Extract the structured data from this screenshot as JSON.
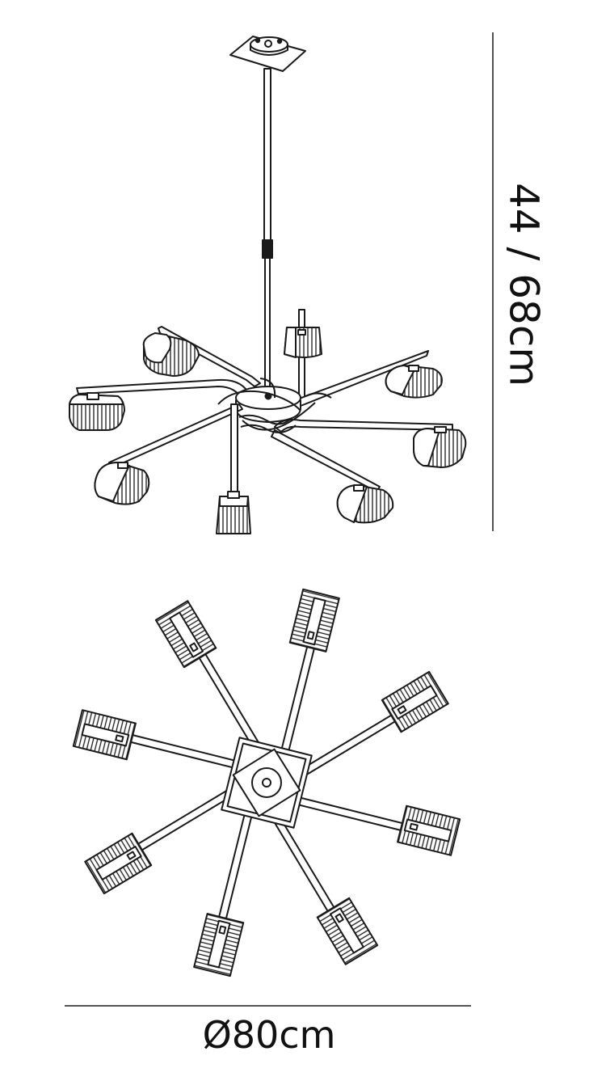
{
  "dimensions": {
    "height_label": "44 / 68cm",
    "diameter_label": "Ø80cm"
  },
  "colors": {
    "line": "#1a1a1a",
    "background": "#ffffff"
  },
  "fixture": {
    "arm_count": 8
  }
}
